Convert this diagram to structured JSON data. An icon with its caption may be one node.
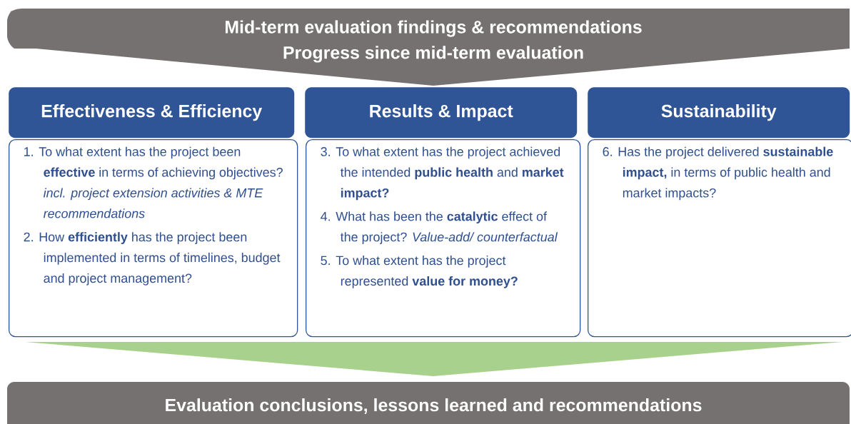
{
  "diagram": {
    "nodes": [
      {
        "text": [
          "Mid-term evaluation findings & recommendations",
          "Progress since mid-term evaluation"
        ]
      },
      {
        "text": [
          "Effectiveness & Efficiency"
        ]
      },
      {
        "text": [
          "1. To what extent has the project been **effective** in terms of achieving objectives? *incl. project extension activities & MTE recommendations*",
          "2. How **efficiently** has the project been implemented in terms of timelines, budget and project management?"
        ]
      },
      {
        "text": [
          "Results & Impact"
        ]
      },
      {
        "text": [
          "3. To what extent has the project achieved the intended **public health** and **market impact?**",
          "4. What has been the **catalytic** effect of the project? *Value-add/ counterfactual*",
          "5. To what extent has the project represented **value for money?**"
        ]
      },
      {
        "text": [
          "Sustainability"
        ]
      },
      {
        "text": [
          "6. Has the project delivered **sustainable impact,** in terms of public health and market impacts?"
        ]
      },
      {
        "text": [],
        "shape": "chevron"
      },
      {
        "text": [
          "Evaluation conclusions, lessons learned and recommendations"
        ]
      }
    ],
    "edges": []
  }
}
